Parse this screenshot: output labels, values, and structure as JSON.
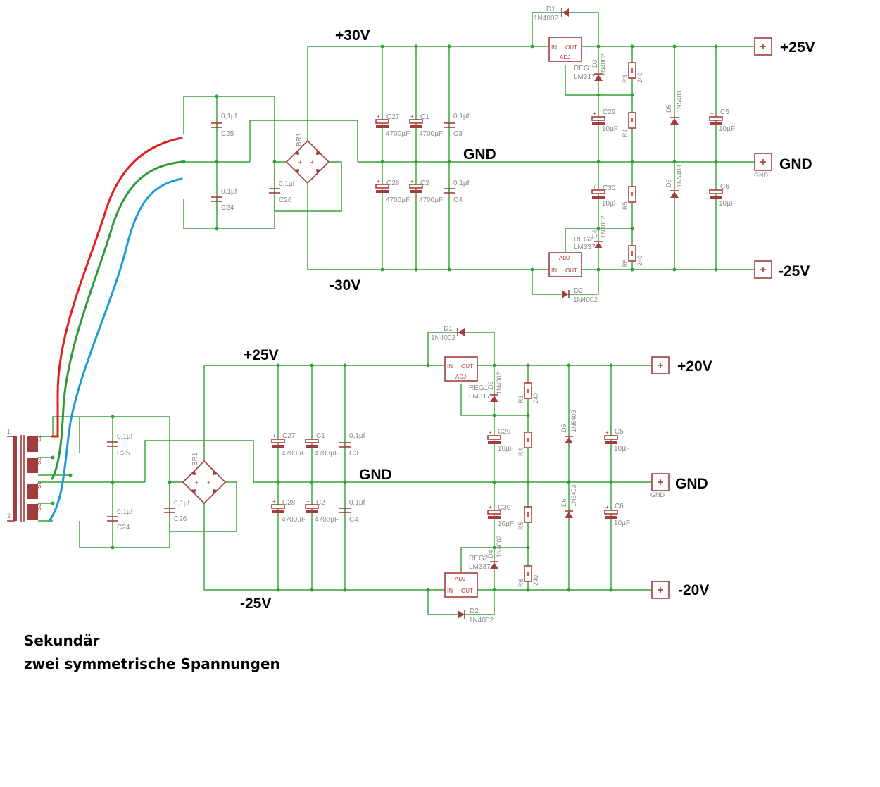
{
  "top": {
    "rails": {
      "pos_in": "+30V",
      "neg_in": "-30V",
      "gnd": "GND"
    },
    "outputs": {
      "pos": "+25V",
      "gnd": "GND",
      "neg": "-25V",
      "term_gnd": "GND"
    },
    "parts": {
      "c25": "C25",
      "c24": "C24",
      "c26": "C26",
      "c_small": "0,1µf",
      "br1": "BR1",
      "c27": "C27",
      "c1": "C1",
      "c3": "C3",
      "c28": "C28",
      "c2": "C2",
      "c4": "C4",
      "c_big": "4700µF",
      "d1": "D1",
      "d2": "D2",
      "d3": "D3",
      "d4": "D4",
      "d_small": "1N4002",
      "reg1": "REG1",
      "reg1_type": "LM317",
      "reg2": "REG2",
      "reg2_type": "LM337",
      "pin_in": "IN",
      "pin_out": "OUT",
      "pin_adj": "ADJ",
      "r3": "R3",
      "r4": "R4",
      "r5": "R5",
      "r6": "R6",
      "r_val": "240",
      "c29": "C29",
      "c30": "C30",
      "c5": "C5",
      "c6": "C6",
      "c_10": "10µF",
      "d5": "D5",
      "d6": "D6",
      "d_power": "1N5403"
    }
  },
  "bottom": {
    "rails": {
      "pos_in": "+25V",
      "neg_in": "-25V",
      "gnd": "GND"
    },
    "outputs": {
      "pos": "+20V",
      "gnd": "GND",
      "neg": "-20V",
      "term_gnd": "GND"
    }
  },
  "transformer": {
    "pin1": "1",
    "pin2": "2",
    "s1": "S2",
    "s2": "S2",
    "s3": "S1",
    "s4": "S2"
  },
  "note": {
    "line1": "Sekundär",
    "line2": "zwei symmetrische Spannungen"
  },
  "colors": {
    "wire": "#35a035",
    "part": "#a33d3d",
    "red_wire": "#e02020",
    "green_wire": "#2e9a38",
    "blue_wire": "#1e9ad6"
  }
}
